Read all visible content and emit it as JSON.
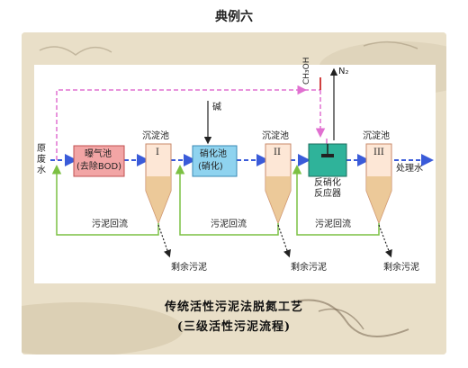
{
  "header": {
    "title": "典例六"
  },
  "diagram": {
    "source_label": "原废水",
    "units": {
      "aeration": [
        "曝气池",
        "(去除BOD)"
      ],
      "nitrification": [
        "硝化池",
        "(硝化)"
      ],
      "denitrification": [
        "反硝化",
        "反应器"
      ]
    },
    "settlers": [
      {
        "title": "沉淀池",
        "numeral": "I"
      },
      {
        "title": "沉淀池",
        "numeral": "II"
      },
      {
        "title": "沉淀池",
        "numeral": "III"
      }
    ],
    "alkali_label": "碱",
    "methanol_label": "CH₃OH",
    "n2_label": "N₂",
    "effluent_label": "处理水",
    "sludge_return_label": "污泥回流",
    "excess_sludge_label": "剩余污泥"
  },
  "caption": {
    "line1": "传统活性污泥法脱氮工艺",
    "line2": "(三级活性污泥流程)"
  },
  "colors": {
    "flow_line": "#3a5bd9",
    "return_line": "#7cc043",
    "bypass_line": "#e070d0",
    "aeration_fill": "#f2a5a5",
    "nitrification_fill": "#8fd3ef",
    "denitrification_fill": "#2fb39a",
    "settler_fill": "#fde7d6"
  }
}
